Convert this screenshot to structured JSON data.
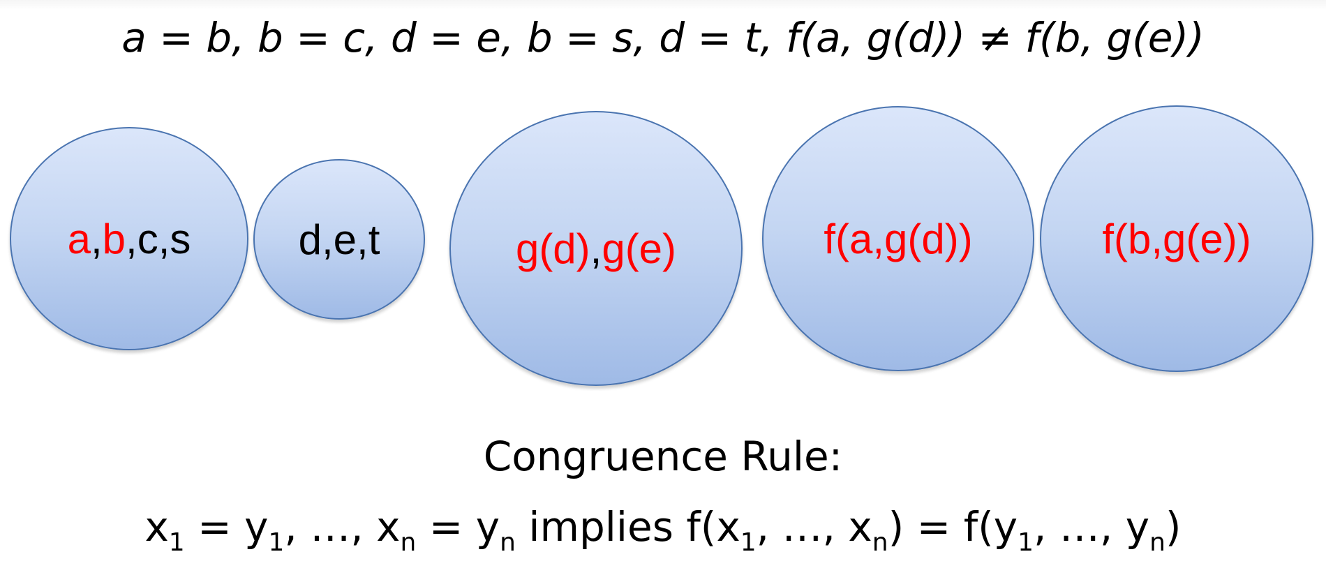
{
  "title": "a = b, b = c, d = e, b = s, d = t, f(a, g(d)) ≠ f(b, g(e))",
  "classes": [
    {
      "name": "class-abcs",
      "parts": [
        {
          "text": "a",
          "color": "#ff0000"
        },
        {
          "text": ",",
          "color": "#000000"
        },
        {
          "text": "b",
          "color": "#ff0000"
        },
        {
          "text": ",c,s",
          "color": "#000000"
        }
      ]
    },
    {
      "name": "class-det",
      "parts": [
        {
          "text": "d,e,t",
          "color": "#000000"
        }
      ]
    },
    {
      "name": "class-gd-ge",
      "parts": [
        {
          "text": "g(d)",
          "color": "#ff0000"
        },
        {
          "text": ",",
          "color": "#000000"
        },
        {
          "text": "g(e)",
          "color": "#ff0000"
        }
      ]
    },
    {
      "name": "class-fagd",
      "parts": [
        {
          "text": "f(a,g(d))",
          "color": "#ff0000"
        }
      ]
    },
    {
      "name": "class-fbge",
      "parts": [
        {
          "text": "f(b,g(e))",
          "color": "#ff0000"
        }
      ]
    }
  ],
  "rule": {
    "heading": "Congruence Rule:",
    "formula": {
      "x": "x",
      "y": "y",
      "f": "f",
      "sub1": "1",
      "subn": "n",
      "eq": " = ",
      "sep": ", ",
      "ellipsis": "…",
      "implies": " implies ",
      "lparen": "(",
      "rparen": ")"
    }
  },
  "colors": {
    "highlight": "#ff0000",
    "bubble_border": "#4a74b0",
    "bubble_fill": "#c3d5f2"
  }
}
